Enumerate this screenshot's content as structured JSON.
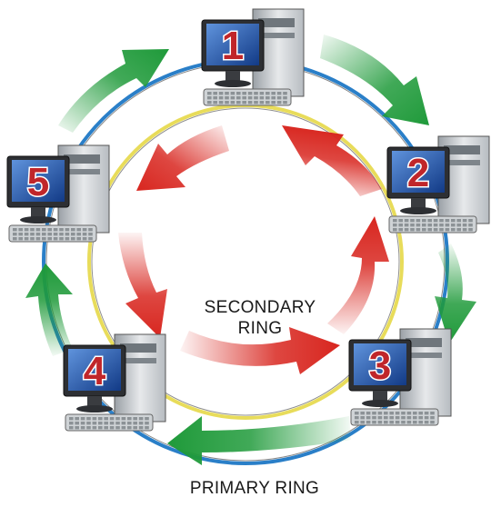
{
  "secondary_ring": {
    "line1": "SECONDARY",
    "line2": "RING"
  },
  "primary_ring": {
    "label": "PRIMARY RING"
  },
  "nodes": [
    {
      "number": "1"
    },
    {
      "number": "2"
    },
    {
      "number": "3"
    },
    {
      "number": "4"
    },
    {
      "number": "5"
    }
  ],
  "colors": {
    "primary_ring_line": "#2a7fc8",
    "secondary_ring_line": "#e8dc5a",
    "primary_arrow": "#1f9a3a",
    "secondary_arrow": "#d8261f",
    "screen": "#1f4fa3",
    "number_fill": "#c0262a"
  }
}
